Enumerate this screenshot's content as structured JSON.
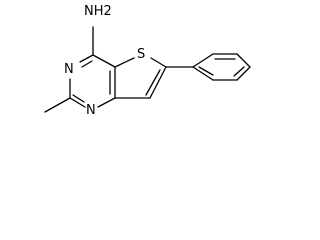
{
  "structure": {
    "atom_labels": {
      "amine": "NH2",
      "ring_nitrogen_top": "N",
      "ring_nitrogen_bottom": "N",
      "sulfur": "S"
    }
  }
}
